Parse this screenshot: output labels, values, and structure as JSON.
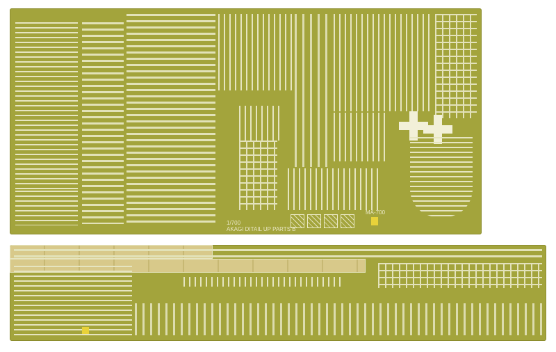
{
  "sheet_top": {
    "scale_label": "1/700",
    "title_label": "AKAGI DITAIL UP PARTS B",
    "code_label": "MA-700"
  },
  "colors": {
    "brass_sheet": "#a3a43c",
    "etched_parts": "#e6e5c0",
    "background": "#ffffff"
  }
}
